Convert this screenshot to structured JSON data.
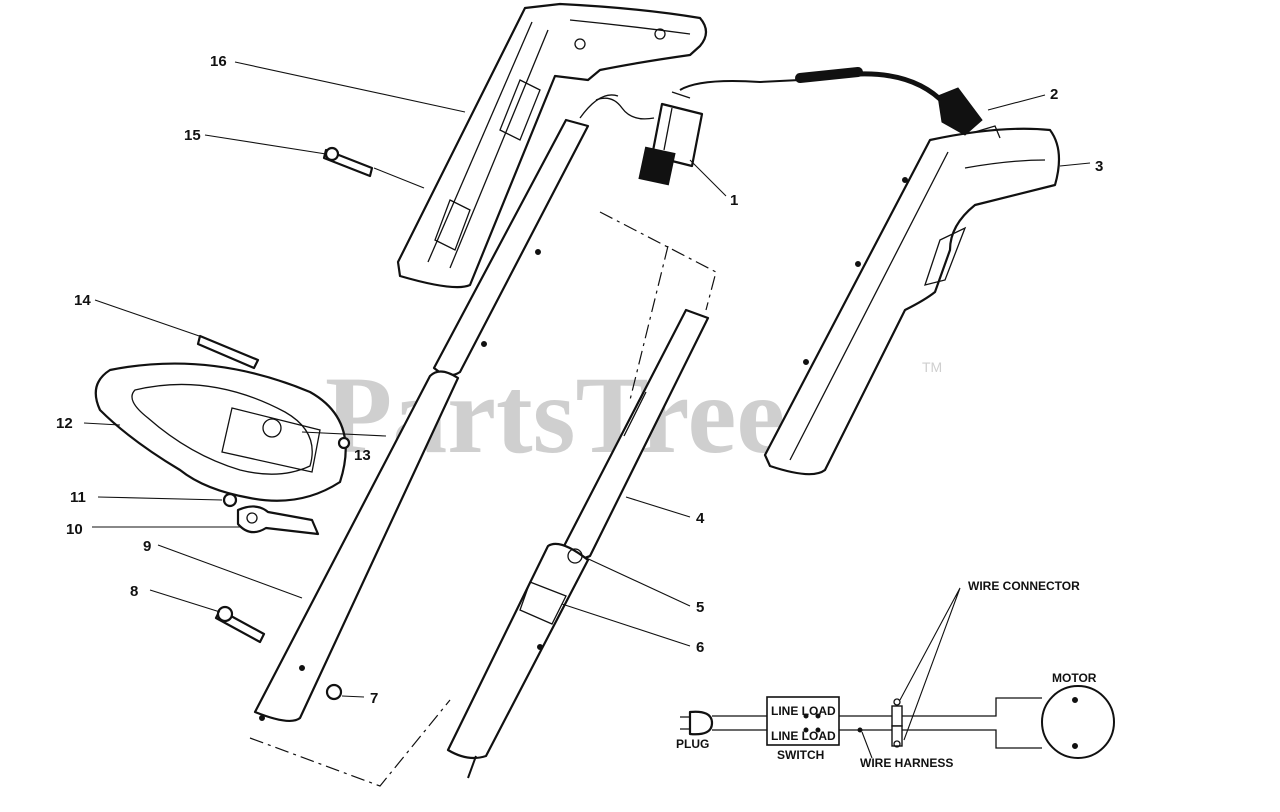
{
  "watermark": {
    "text": "PartsTree",
    "trademark": "TM"
  },
  "callouts": [
    "1",
    "2",
    "3",
    "4",
    "5",
    "6",
    "7",
    "8",
    "9",
    "10",
    "11",
    "12",
    "13",
    "14",
    "15",
    "16"
  ],
  "wiring": {
    "plug": "PLUG",
    "switch": "SWITCH",
    "line_load_top": "LINE LOAD",
    "line_load_bottom": "LINE LOAD",
    "wire_connector": "WIRE CONNECTOR",
    "wire_harness": "WIRE HARNESS",
    "motor": "MOTOR"
  }
}
